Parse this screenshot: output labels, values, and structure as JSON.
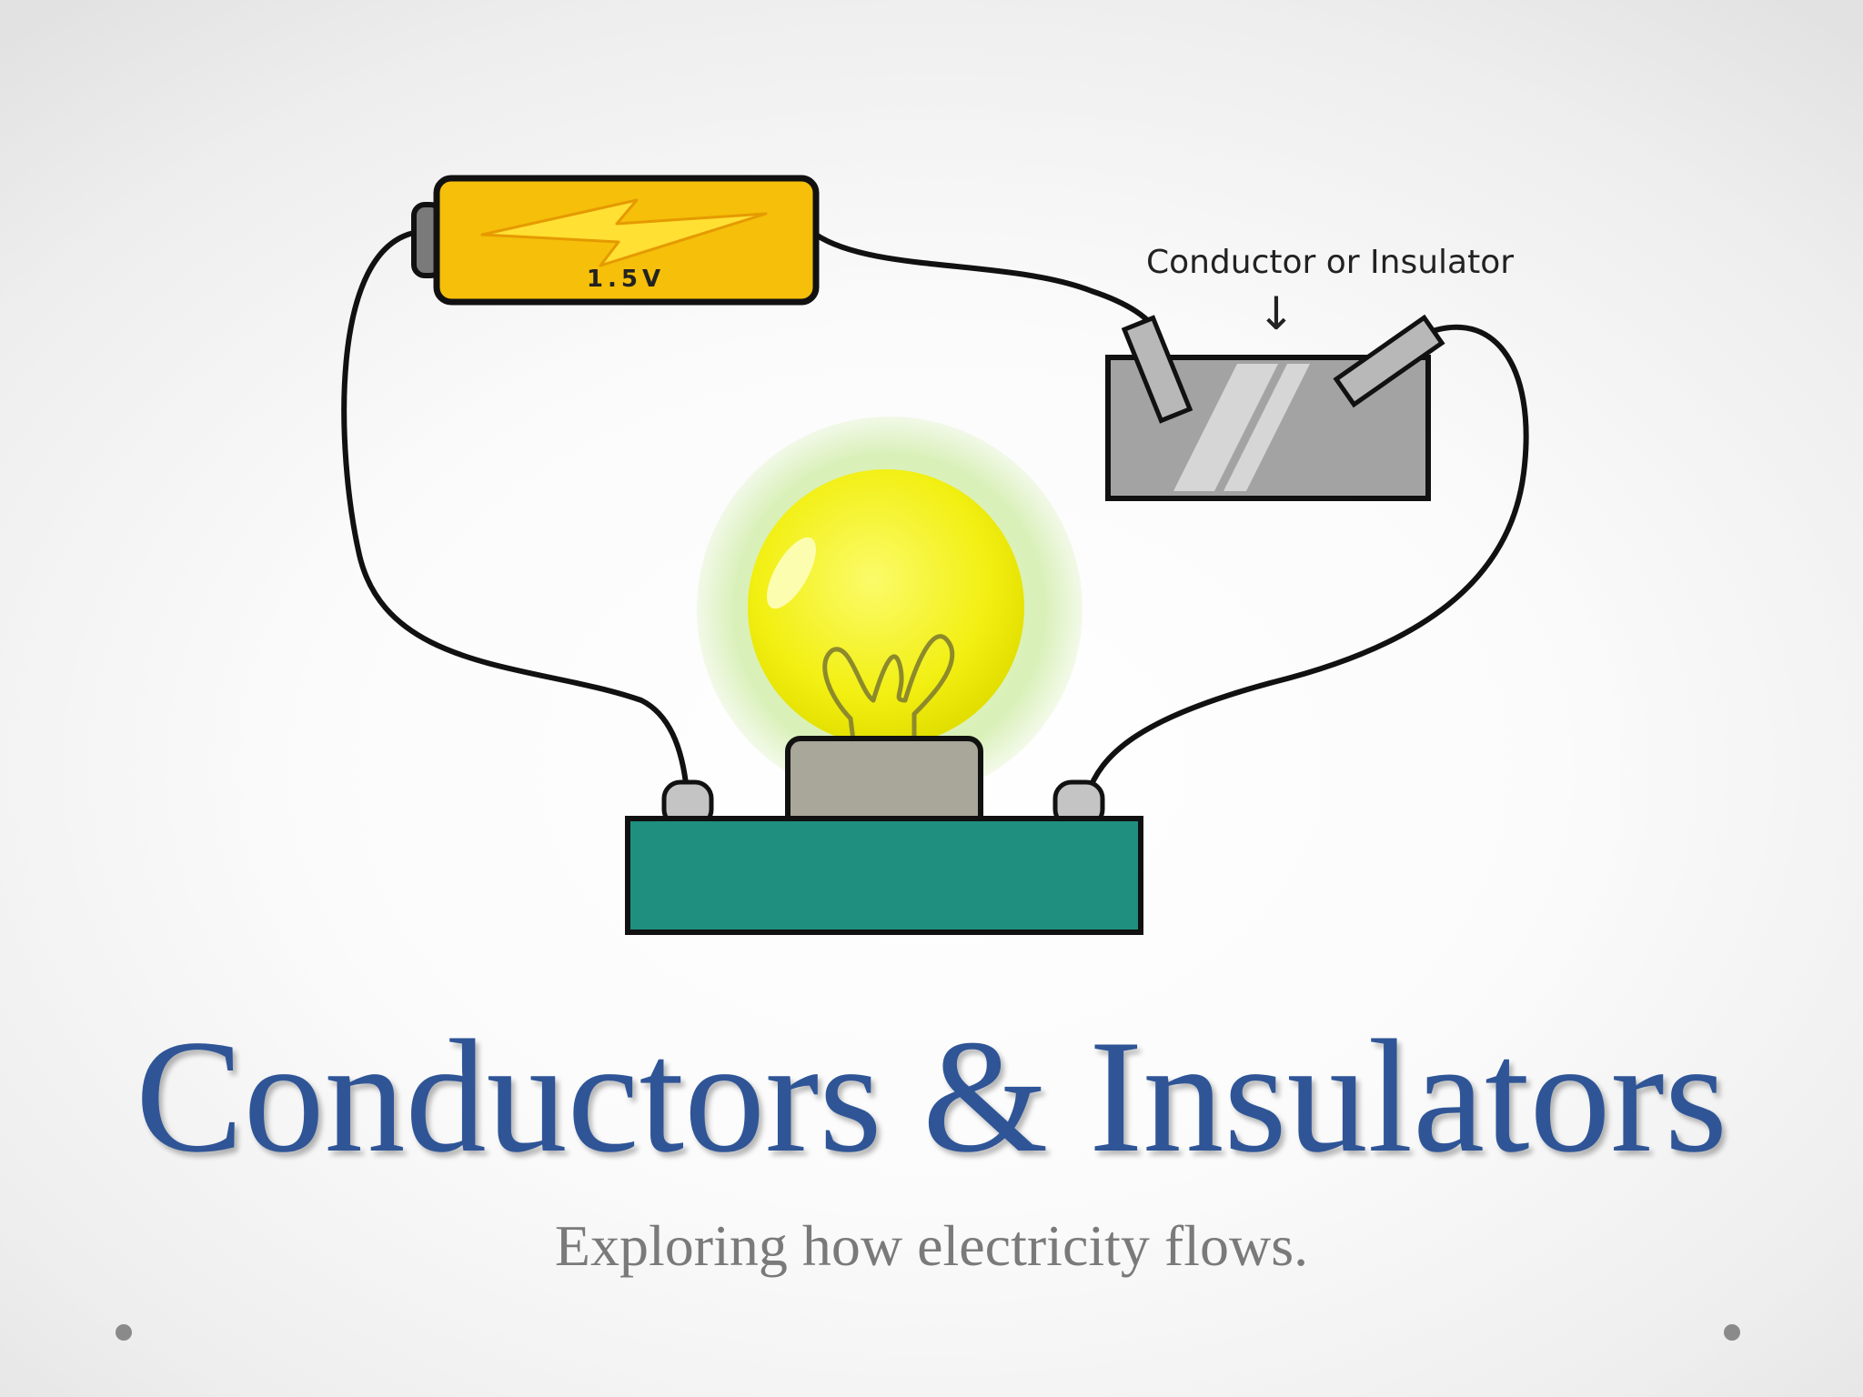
{
  "slide": {
    "title": "Conductors & Insulators",
    "subtitle": "Exploring how electricity flows."
  },
  "diagram": {
    "battery_label": "1.5V",
    "sample_label": "Conductor or Insulator",
    "arrow_glyph": "↓",
    "icons": [
      "lightning-bolt-icon",
      "arrow-down-icon",
      "light-bulb",
      "corner-dot"
    ]
  },
  "colors": {
    "title": "#2f5597",
    "subtitle": "#7a7a7a",
    "battery": "#f5bf0a",
    "bulb_glass": "#f4f21a",
    "bulb_glow": "#d9f0b8",
    "base": "#1f9080",
    "sample": "#a3a3a3",
    "wire": "#111111"
  }
}
